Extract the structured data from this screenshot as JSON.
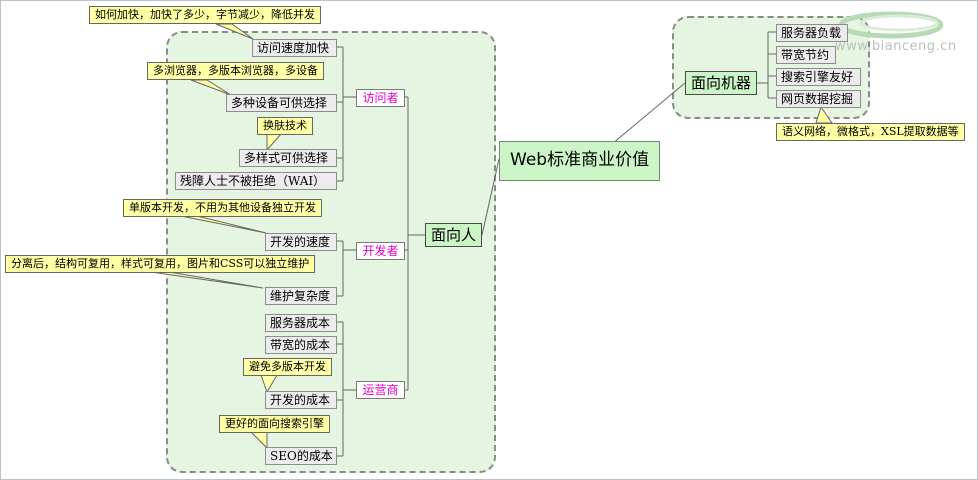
{
  "root": {
    "label": "Web标准商业价值"
  },
  "branches": {
    "people": {
      "label": "面向人"
    },
    "machine": {
      "label": "面向机器"
    }
  },
  "categories": {
    "visitor": "访问者",
    "developer": "开发者",
    "operator": "运营商"
  },
  "leaves": {
    "v1": "访问速度加快",
    "v2": "多种设备可供选择",
    "v3": "多样式可供选择",
    "v4": "残障人士不被拒绝（WAI）",
    "d1": "开发的速度",
    "d2": "维护复杂度",
    "o1": "服务器成本",
    "o2": "带宽的成本",
    "o3": "开发的成本",
    "o4": "SEO的成本",
    "m1": "服务器负载",
    "m2": "带宽节约",
    "m3": "搜索引擎友好",
    "m4": "网页数据挖掘"
  },
  "notes": {
    "v1": "如何加快，加快了多少，字节减少，降低并发",
    "v2": "多浏览器，多版本浏览器，多设备",
    "v3": "换肤技术",
    "d1": "单版本开发，不用为其他设备独立开发",
    "d2": "分离后，结构可复用，样式可复用，图片和CSS可以独立维护",
    "o3": "避免多版本开发",
    "o4": "更好的面向搜索引擎",
    "m4": "语义网络，微格式，XSL提取数据等"
  },
  "watermark": {
    "text": "www.bianceng.cn"
  },
  "colors": {
    "group_bg": "#e6f4e2",
    "branch_bg": "#ccf5c7",
    "category_text": "#e000c8",
    "note_bg": "#ffffa6"
  }
}
